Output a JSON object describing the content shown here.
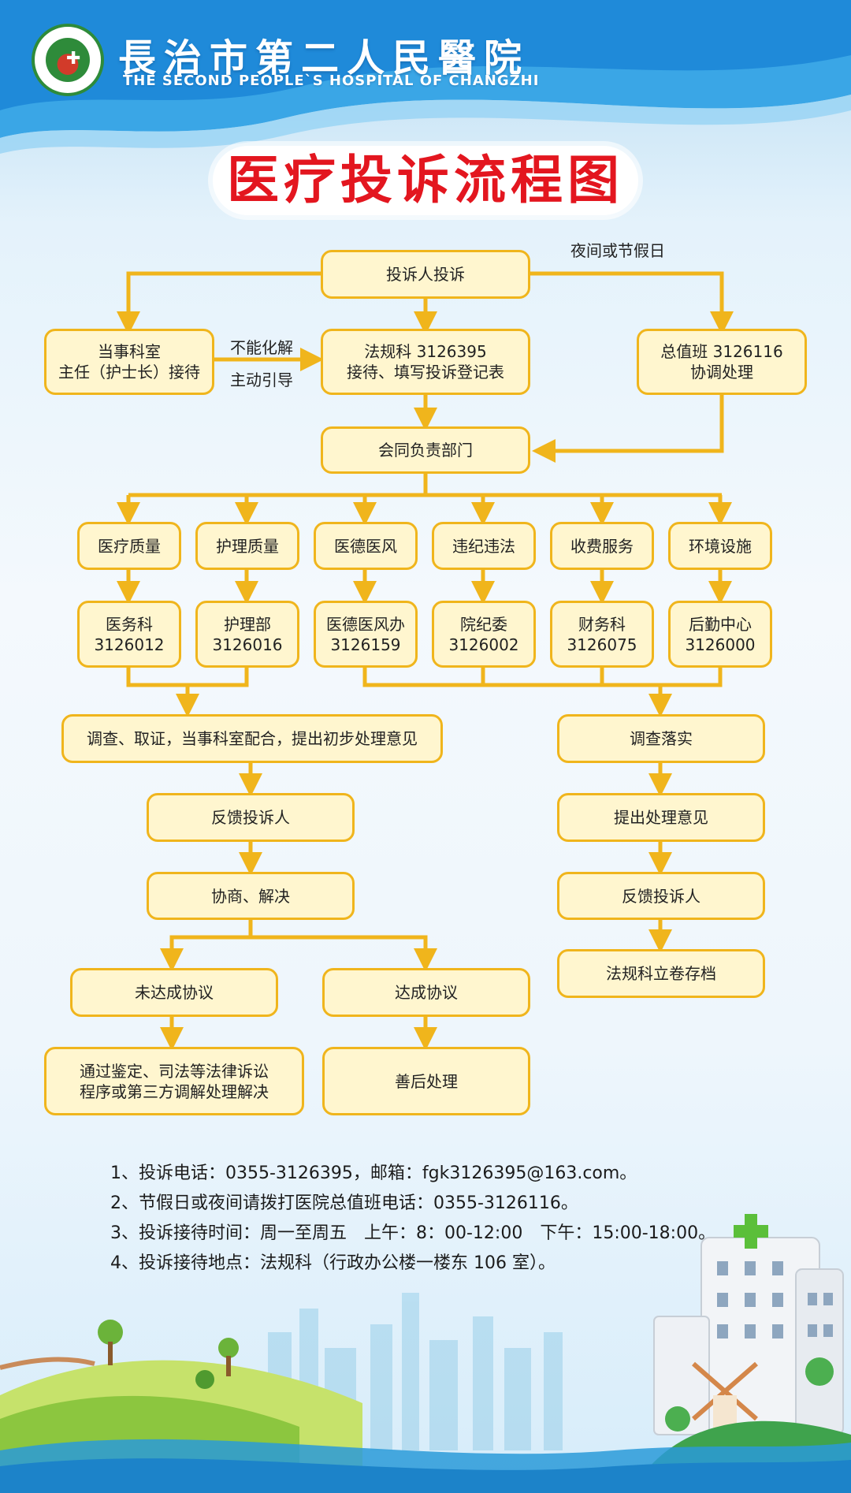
{
  "header": {
    "hospital_cn": "長治市第二人民醫院",
    "hospital_en": "THE SECOND PEOPLE`S HOSPITAL OF CHANGZHI",
    "logo_icon": "hospital-logo-icon"
  },
  "title": "医疗投诉流程图",
  "flow": {
    "start": "投诉人投诉",
    "night_label": "夜间或节假日",
    "dept_l1": "当事科室",
    "dept_l2": "主任（护士长）接待",
    "cannot_resolve": "不能化解",
    "guide": "主动引导",
    "legal_l1": "法规科 3126395",
    "legal_l2": "接待、填写投诉登记表",
    "duty_l1": "总值班 3126116",
    "duty_l2": "协调处理",
    "joint": "会同负责部门",
    "categories": [
      {
        "name": "医疗质量",
        "office": "医务科",
        "phone": "3126012"
      },
      {
        "name": "护理质量",
        "office": "护理部",
        "phone": "3126016"
      },
      {
        "name": "医德医风",
        "office": "医德医风办",
        "phone": "3126159"
      },
      {
        "name": "违纪违法",
        "office": "院纪委",
        "phone": "3126002"
      },
      {
        "name": "收费服务",
        "office": "财务科",
        "phone": "3126075"
      },
      {
        "name": "环境设施",
        "office": "后勤中心",
        "phone": "3126000"
      }
    ],
    "left_steps": [
      "调查、取证，当事科室配合，提出初步处理意见",
      "反馈投诉人",
      "协商、解决"
    ],
    "no_agreement": "未达成协议",
    "agreement": "达成协议",
    "legal_route_l1": "通过鉴定、司法等法律诉讼",
    "legal_route_l2": "程序或第三方调解处理解决",
    "aftercare": "善后处理",
    "right_steps": [
      "调查落实",
      "提出处理意见",
      "反馈投诉人",
      "法规科立卷存档"
    ]
  },
  "notes": [
    "1、投诉电话：0355-3126395，邮箱：fgk3126395@163.com。",
    "2、节假日或夜间请拨打医院总值班电话：0355-3126116。",
    "3、投诉接待时间：周一至周五　上午：8：00-12:00　下午：15:00-18:00。",
    "4、投诉接待地点：法规科（行政办公楼一楼东 106 室）。"
  ],
  "colors": {
    "box_fill": "#fff6cf",
    "box_border": "#f0b51c",
    "arrow": "#f0b51c",
    "title_red": "#e3161f"
  }
}
